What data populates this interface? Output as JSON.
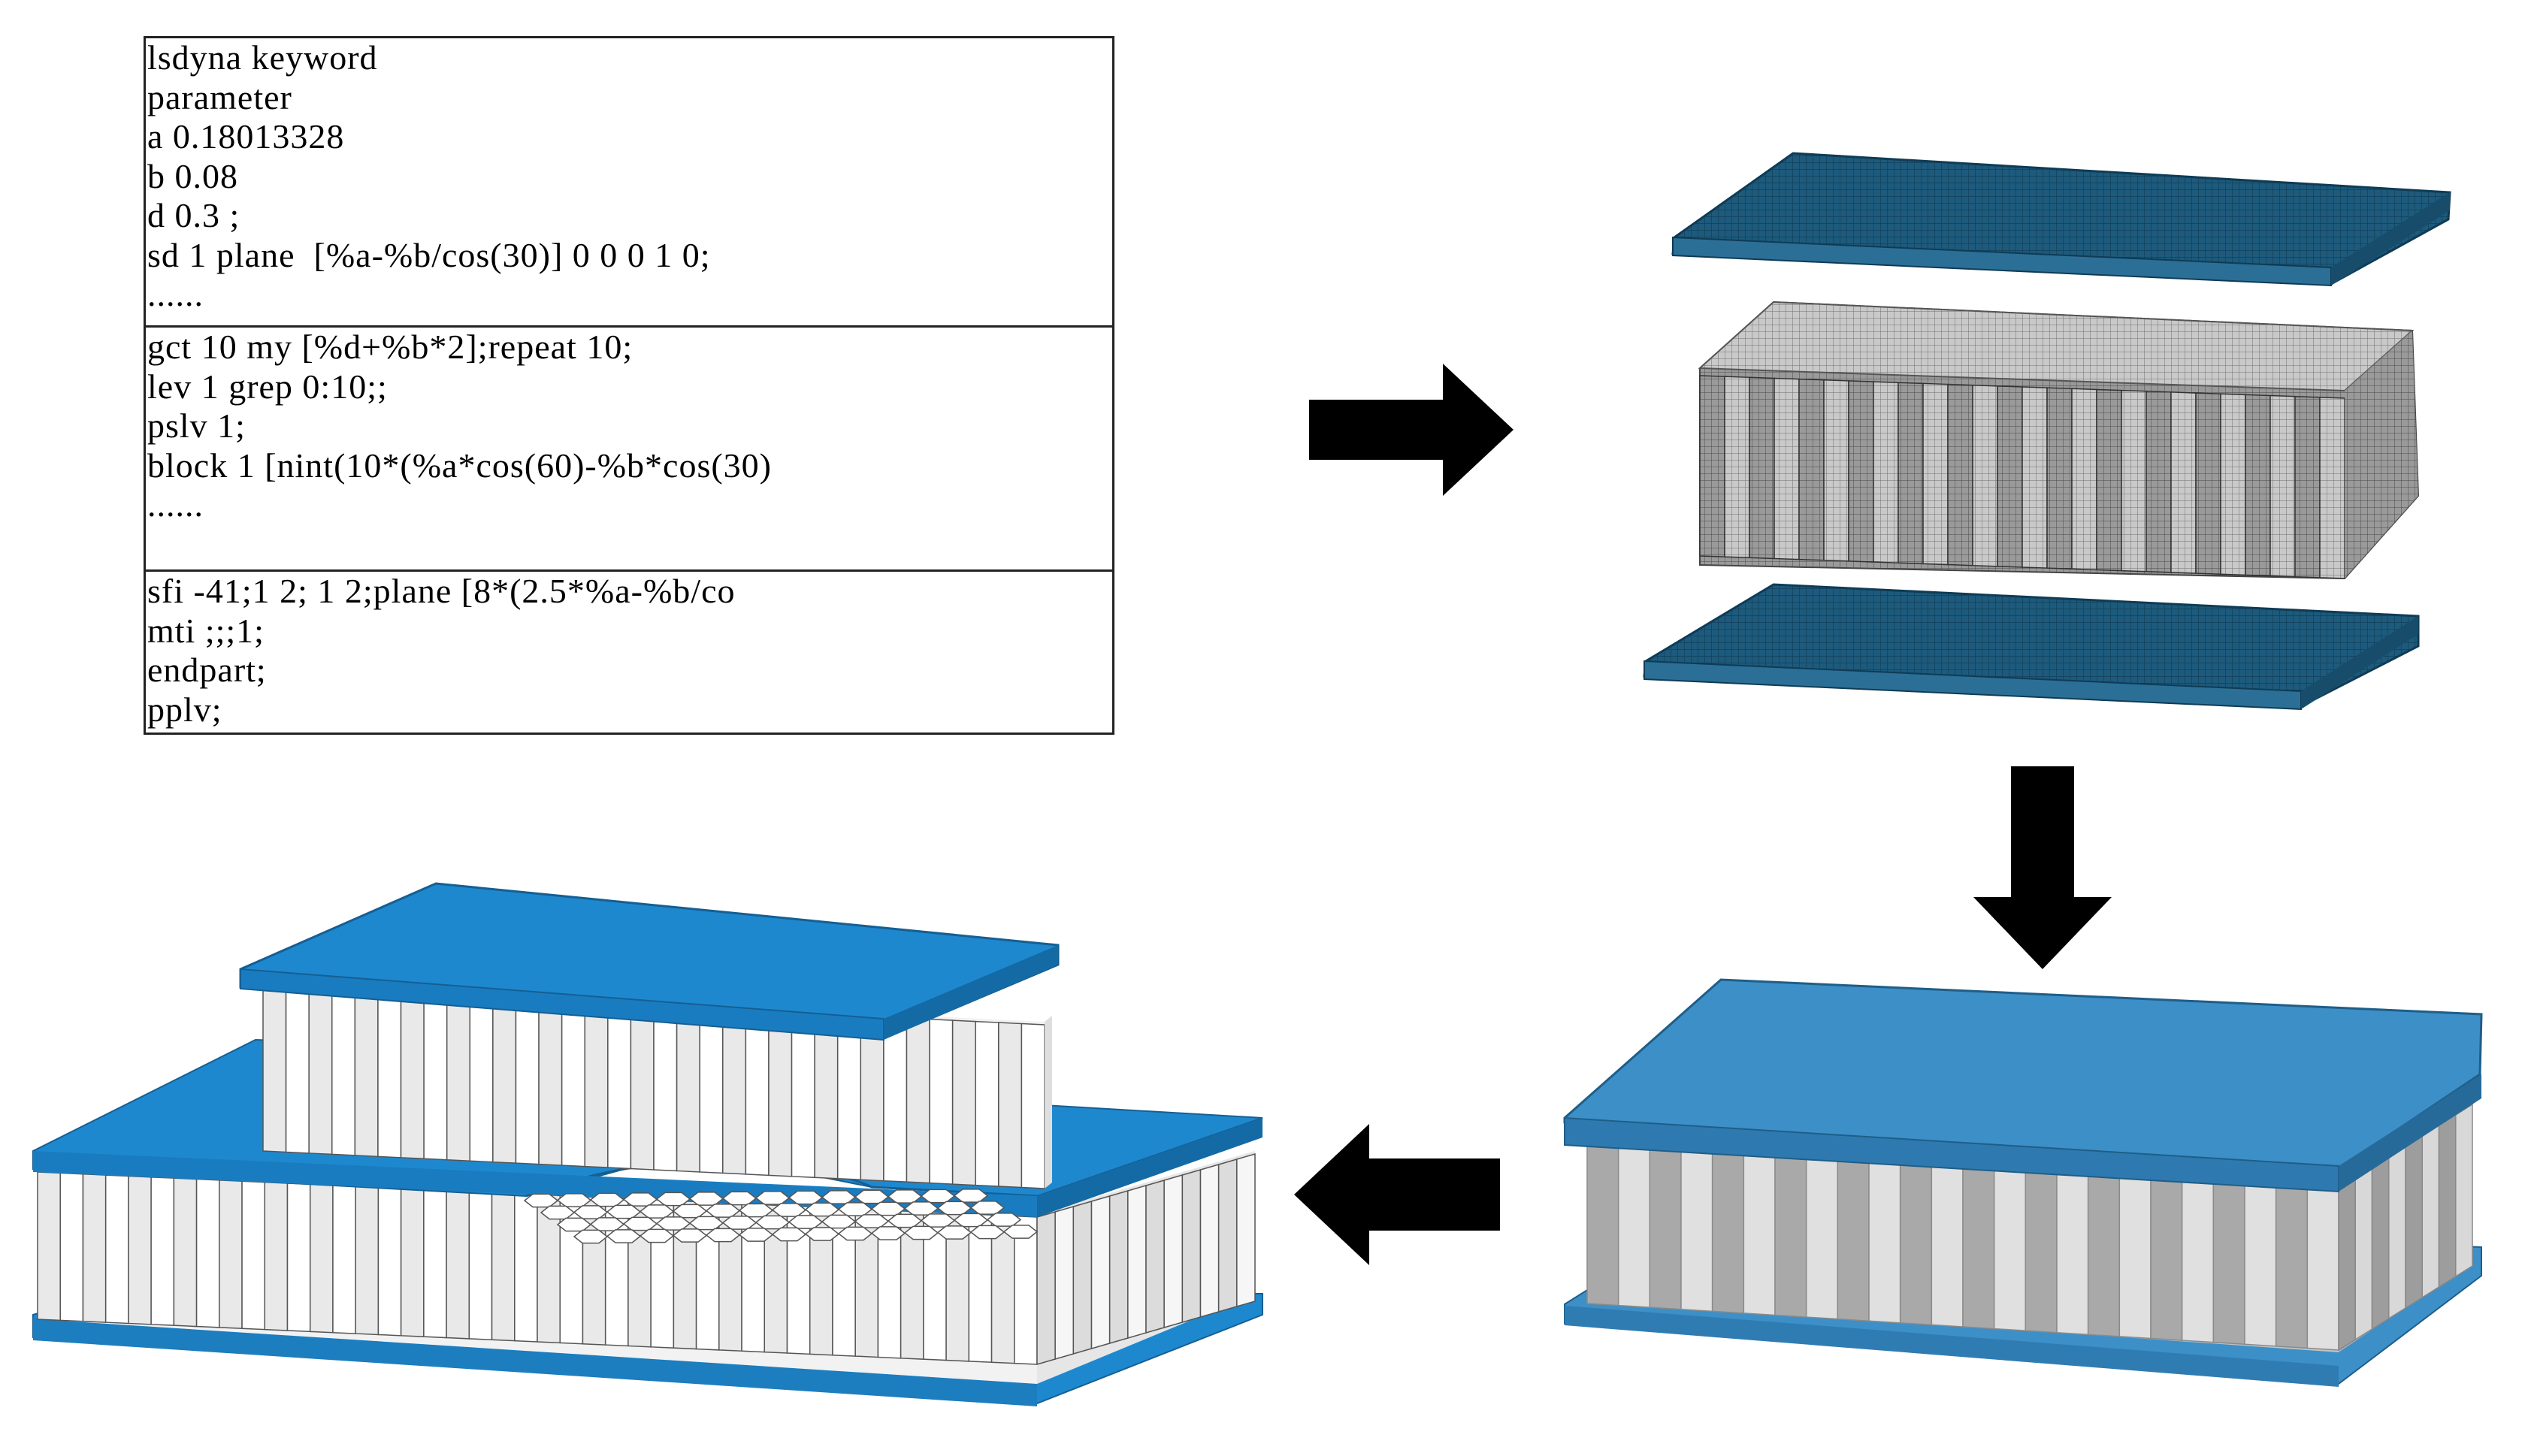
{
  "code_block": {
    "sections": [
      {
        "lines": [
          "lsdyna keyword",
          "parameter",
          "a 0.18013328",
          "b 0.08",
          "d 0.3 ;",
          "sd 1 plane  [%a-%b/cos(30)] 0 0 0 1 0;",
          "......"
        ]
      },
      {
        "lines": [
          "gct 10 my [%d+%b*2];repeat 10;",
          "lev 1 grep 0:10;;",
          "pslv 1;",
          "block 1 [nint(10*(%a*cos(60)-%b*cos(30)",
          "......"
        ]
      },
      {
        "lines": [
          "sfi -41;1 2; 1 2;plane [8*(2.5*%a-%b/co",
          "mti ;;;1;",
          "endpart;",
          "pplv;",
          "......"
        ]
      }
    ]
  },
  "colors": {
    "mesh_plate": "#1d5a7c",
    "mesh_plate_edge": "#10384f",
    "solid_plate": "#3d8fc8",
    "solid_plate_bright": "#1e88cf",
    "core_light": "#f4f4f4",
    "core_dark": "#b8b8b8",
    "arrow": "#000000"
  },
  "icons": {
    "arrow_right": "arrow-right-icon",
    "arrow_down": "arrow-down-icon",
    "arrow_left": "arrow-left-icon"
  }
}
